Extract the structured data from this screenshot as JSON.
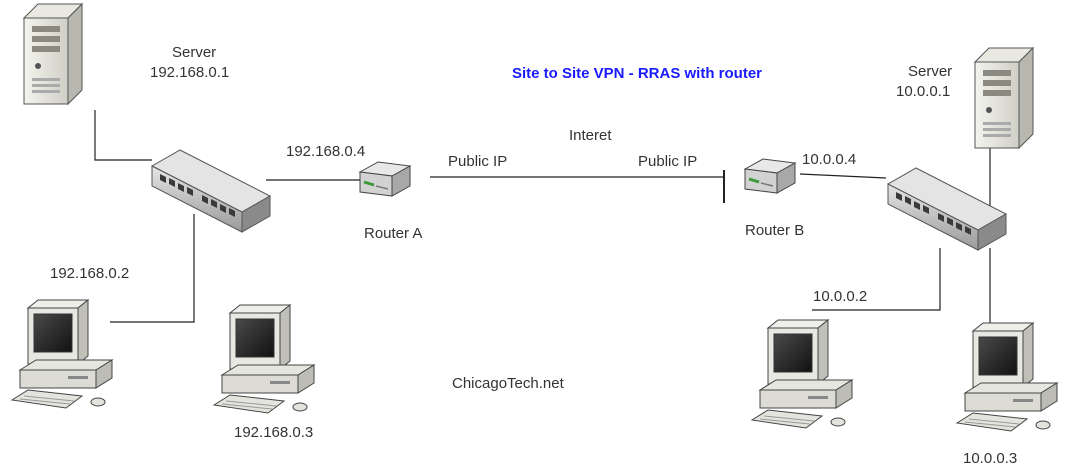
{
  "title": "Site to Site VPN  -  RRAS with router",
  "watermark": "ChicagoTech.net",
  "internet_label": "Interet",
  "left_site": {
    "server_label": "Server",
    "server_ip": "192.168.0.1",
    "router_name": "Router A",
    "router_ip": "192.168.0.4",
    "public_ip_label": "Public IP",
    "client1_ip": "192.168.0.2",
    "client2_ip": "192.168.0.3"
  },
  "right_site": {
    "server_label": "Server",
    "server_ip": "10.0.0.1",
    "router_name": "Router B",
    "router_ip": "10.0.0.4",
    "public_ip_label": "Public IP",
    "client1_ip": "10.0.0.2",
    "client2_ip": "10.0.0.3"
  },
  "colors": {
    "title": "#1a1aff",
    "text": "#333333",
    "line": "#222222",
    "led": "#3a9a3a"
  }
}
